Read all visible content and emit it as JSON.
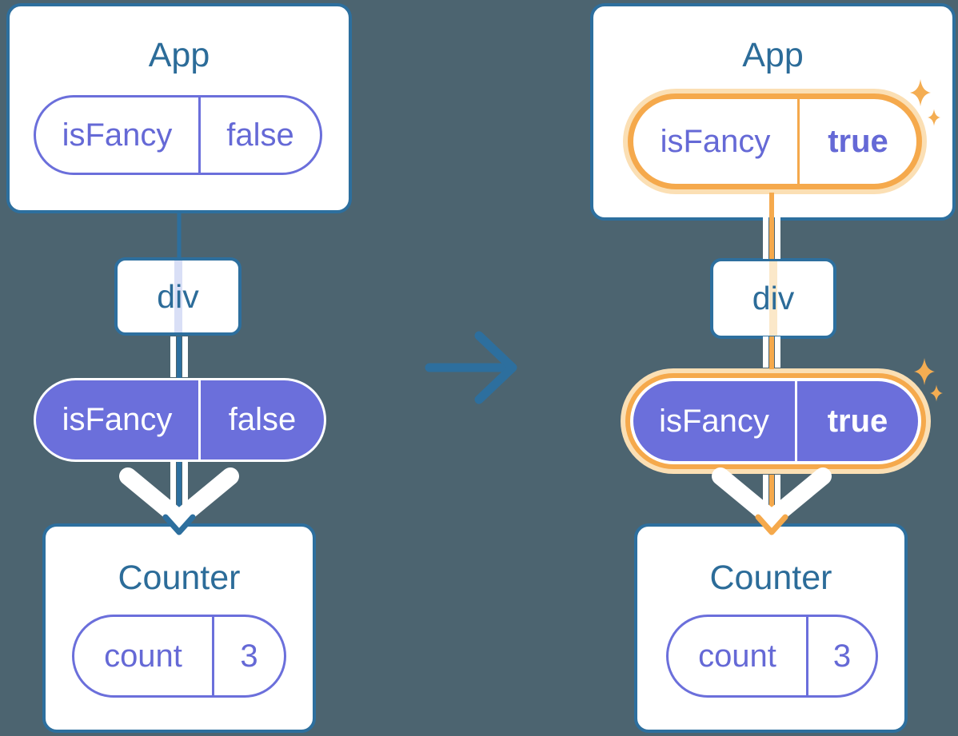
{
  "left_tree": {
    "app_title": "App",
    "app_prop": {
      "name": "isFancy",
      "value": "false"
    },
    "div_label": "div",
    "passed_prop": {
      "name": "isFancy",
      "value": "false"
    },
    "counter_title": "Counter",
    "counter_state": {
      "name": "count",
      "value": "3"
    }
  },
  "right_tree": {
    "app_title": "App",
    "app_prop": {
      "name": "isFancy",
      "value": "true"
    },
    "div_label": "div",
    "passed_prop": {
      "name": "isFancy",
      "value": "true"
    },
    "counter_title": "Counter",
    "counter_state": {
      "name": "count",
      "value": "3"
    }
  },
  "icons": {
    "transition": "right-arrow-icon",
    "flow_down": "down-arrow-chevron-icon",
    "highlight": "sparkle-icon"
  },
  "colors": {
    "background": "#4C6470",
    "card_border_teal": "#2D6F9E",
    "title_text_teal": "#2C6C99",
    "purple_fill": "#6B6FDB",
    "purple_text": "#6569D6",
    "highlight_orange": "#F5A94C",
    "highlight_halo": "#FBDFB4",
    "pale_line_left": "#D9DFF6",
    "pale_line_right": "#FBE8C9",
    "white": "#FFFFFF"
  }
}
